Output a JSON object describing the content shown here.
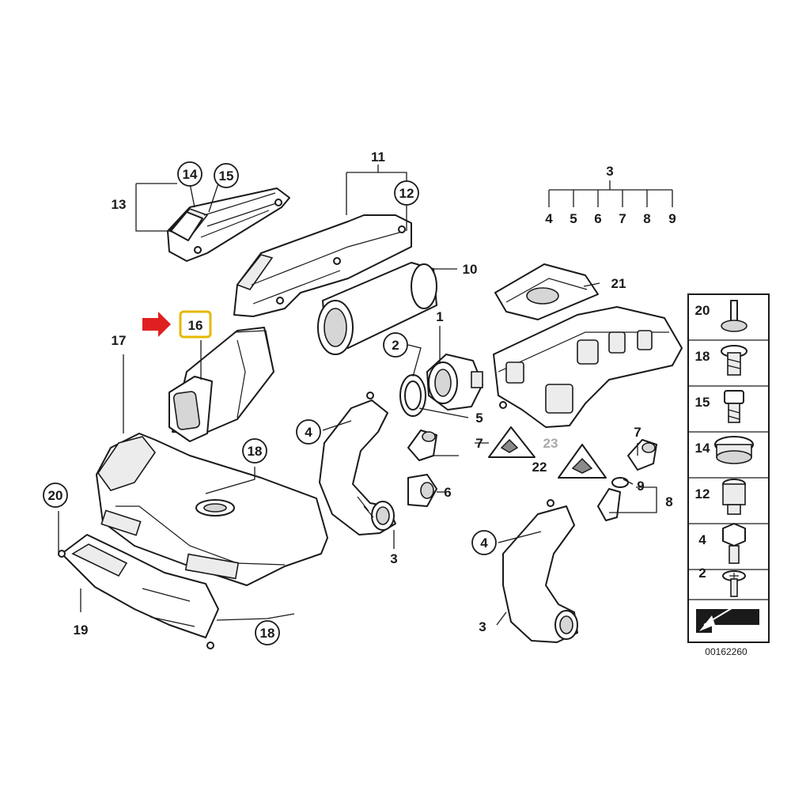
{
  "diagram_id": "00162260",
  "highlight": {
    "label": "16",
    "box_color": "#e6b800",
    "arrow_color": "#e02020"
  },
  "callouts": {
    "c1": "1",
    "c2": "2",
    "c3_top": "3",
    "c3_mid": "3",
    "c3_bottom": "3",
    "c4_top": "4",
    "c4_left": "4",
    "c4_right": "4",
    "c5_top": "5",
    "c5_mid": "5",
    "c6_top": "6",
    "c6_mid": "6",
    "c7_top": "7",
    "c7_left": "7",
    "c7_right": "7",
    "c8_top": "8",
    "c8_right": "8",
    "c9_top": "9",
    "c9_right": "9",
    "c10": "10",
    "c11": "11",
    "c12": "12",
    "c13": "13",
    "c14": "14",
    "c15": "15",
    "c16": "16",
    "c17": "17",
    "c18_top": "18",
    "c18_bottom": "18",
    "c19": "19",
    "c20": "20",
    "c21": "21",
    "c22": "22",
    "c23": "23"
  },
  "legend": {
    "rows": [
      "20",
      "18",
      "15",
      "14",
      "12",
      "4",
      "2"
    ]
  },
  "icons": [
    "direction-arrow-icon",
    "torx-symbol-icon",
    "highlight-arrow-icon"
  ]
}
